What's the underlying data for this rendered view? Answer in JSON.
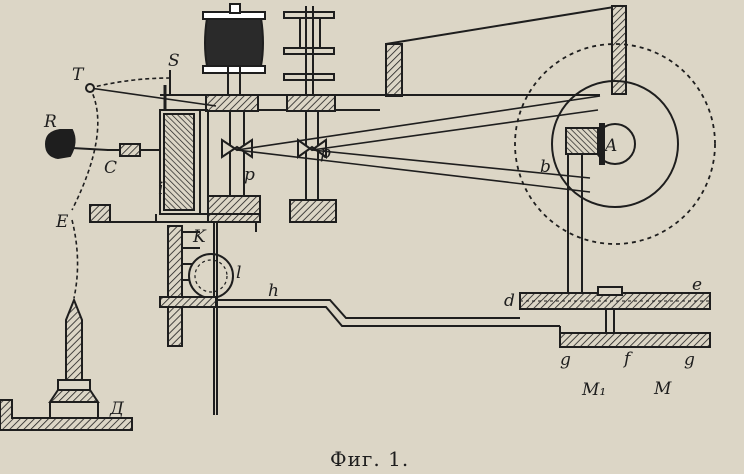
{
  "caption": "Фиг. 1.",
  "labels": {
    "S": "S",
    "T": "T",
    "R": "R",
    "C": "C",
    "i": "i",
    "E": "E",
    "p1": "p",
    "p2": "p",
    "A": "A",
    "b": "b",
    "K": "K",
    "l": "l",
    "h": "h",
    "d": "d",
    "e": "e",
    "g1": "g",
    "f": "f",
    "g2": "g",
    "M1": "M₁",
    "M": "M",
    "D": "Д"
  },
  "colors": {
    "paper": "#dcd6c6",
    "ink": "#1e1e1e"
  }
}
